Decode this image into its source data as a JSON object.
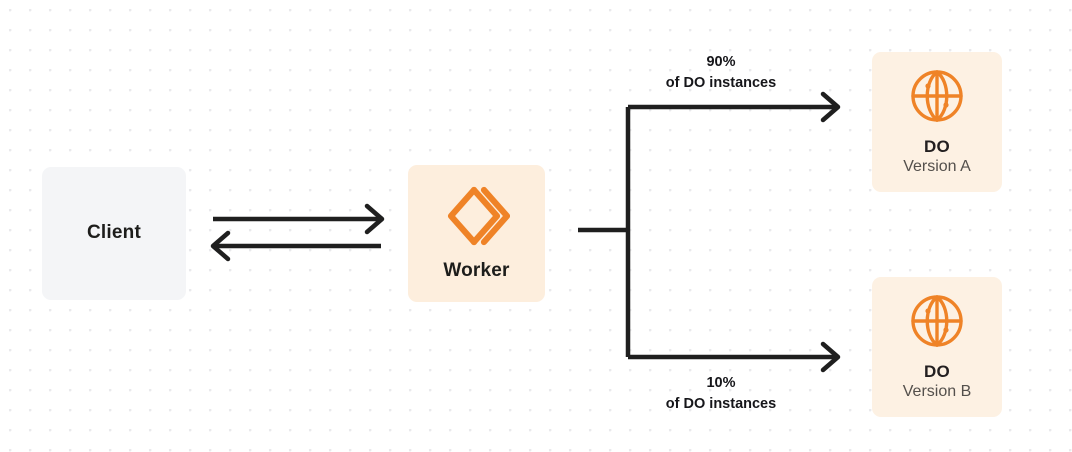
{
  "diagram": {
    "nodes": {
      "client": {
        "title": "Client"
      },
      "worker": {
        "title": "Worker",
        "icon": "cloudflare-workers-icon"
      },
      "do_a": {
        "title": "DO",
        "subtitle": "Version A",
        "icon": "globe-icon"
      },
      "do_b": {
        "title": "DO",
        "subtitle": "Version B",
        "icon": "globe-icon"
      }
    },
    "edges": {
      "top": {
        "percent": "90%",
        "description": "of DO instances"
      },
      "bottom": {
        "percent": "10%",
        "description": "of DO instances"
      }
    },
    "colors": {
      "orange": "#ef8327",
      "client_bg": "#f4f5f7",
      "worker_bg": "#fdeedd",
      "do_bg": "#fdf1e3",
      "stroke": "#1f1f1f",
      "text": "#1d1d1b"
    }
  }
}
